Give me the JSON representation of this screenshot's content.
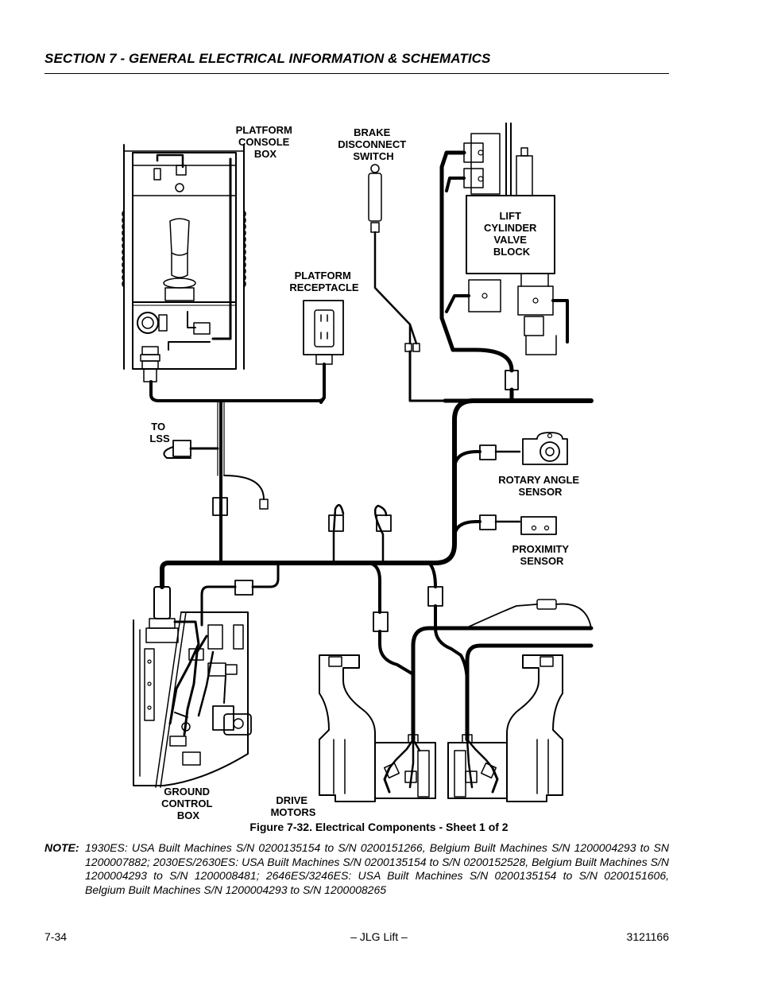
{
  "header": {
    "section_title": "SECTION 7 - GENERAL ELECTRICAL INFORMATION & SCHEMATICS"
  },
  "diagram": {
    "labels": {
      "platform_console_box": [
        "PLATFORM",
        "CONSOLE",
        "BOX"
      ],
      "brake_disconnect_switch": [
        "BRAKE",
        "DISCONNECT",
        "SWITCH"
      ],
      "lift_cylinder_valve_block": [
        "LIFT",
        "CYLINDER",
        "VALVE",
        "BLOCK"
      ],
      "platform_receptacle": [
        "PLATFORM",
        "RECEPTACLE"
      ],
      "to_lss": [
        "TO",
        "LSS"
      ],
      "rotary_angle_sensor": [
        "ROTARY ANGLE",
        "SENSOR"
      ],
      "proximity_sensor": [
        "PROXIMITY",
        "SENSOR"
      ],
      "ground_control_box": [
        "GROUND",
        "CONTROL",
        "BOX"
      ],
      "drive_motors": [
        "DRIVE",
        "MOTORS"
      ]
    }
  },
  "figure": {
    "caption": "Figure 7-32.  Electrical Components - Sheet 1 of 2"
  },
  "note": {
    "label": "NOTE:",
    "text": "1930ES:  USA Built Machines S/N 0200135154 to S/N 0200151266, Belgium Built Machines S/N 1200004293 to SN 1200007882;  2030ES/2630ES:  USA Built Machines S/N 0200135154 to S/N 0200152528, Belgium Built Machines S/N 1200004293 to S/N 1200008481;  2646ES/3246ES:  USA Built Machines S/N 0200135154 to S/N 0200151606, Belgium Built Machines S/N 1200004293 to S/N 1200008265"
  },
  "footer": {
    "page_number": "7-34",
    "center": "– JLG Lift –",
    "doc_number": "3121166"
  }
}
